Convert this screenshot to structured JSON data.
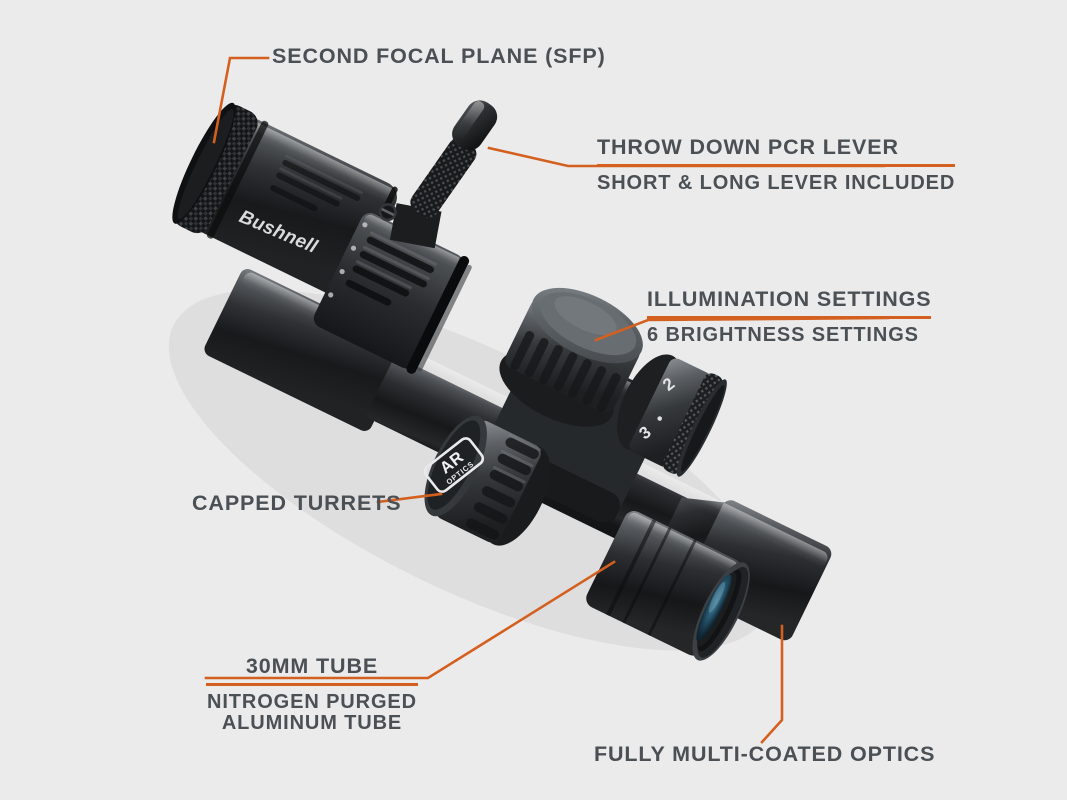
{
  "page": {
    "background_color": "#ebebec",
    "accent_color": "#d4601f",
    "text_color": "#4b5055"
  },
  "product": {
    "name": "Bushnell AR Optics Riflescope",
    "brand_text": "Bushnell",
    "turret_badge_primary": "AR",
    "turret_badge_secondary": "OPTICS",
    "dial_numbers": [
      "2",
      "3"
    ]
  },
  "callouts": [
    {
      "id": "second-focal-plane",
      "lines": [
        "SECOND FOCAL PLANE (SFP)"
      ]
    },
    {
      "id": "throw-down-pcr-lever",
      "lines": [
        "THROW DOWN PCR LEVER",
        "SHORT & LONG LEVER INCLUDED"
      ]
    },
    {
      "id": "illumination-settings",
      "lines": [
        "ILLUMINATION SETTINGS",
        "6 BRIGHTNESS SETTINGS"
      ]
    },
    {
      "id": "capped-turrets",
      "lines": [
        "CAPPED TURRETS"
      ]
    },
    {
      "id": "thirty-mm-tube",
      "lines": [
        "30MM TUBE",
        "NITROGEN PURGED",
        "ALUMINUM TUBE"
      ]
    },
    {
      "id": "fully-multi-coated-optics",
      "lines": [
        "FULLY MULTI-COATED OPTICS"
      ]
    }
  ]
}
